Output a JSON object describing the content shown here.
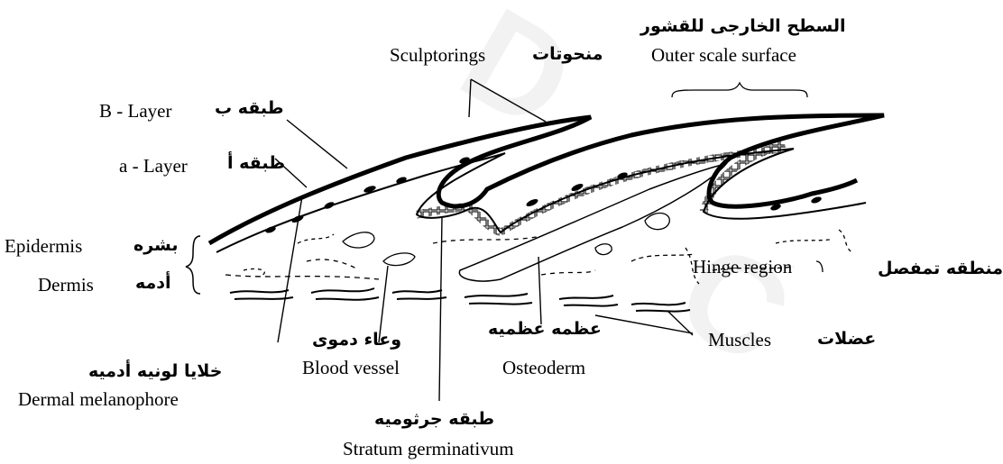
{
  "labels": {
    "outer_scale_surface": {
      "ar": "السطح الخارجى للقشور",
      "en": "Outer scale surface"
    },
    "sculptorings": {
      "ar": "منحوتات",
      "en": "Sculptorings"
    },
    "b_layer": {
      "ar": "طبقه ب",
      "en": "B - Layer"
    },
    "a_layer": {
      "ar": "طبقه أ",
      "en": "a - Layer"
    },
    "epidermis": {
      "ar": "بشره",
      "en": "Epidermis"
    },
    "dermis": {
      "ar": "أدمه",
      "en": "Dermis"
    },
    "hinge_region": {
      "ar": "منطقه تمفصل",
      "en": "Hinge region"
    },
    "blood_vessel": {
      "ar": "وعاء دموى",
      "en": "Blood vessel"
    },
    "osteoderm": {
      "ar": "عظمه عظميه",
      "en": "Osteoderm"
    },
    "muscles": {
      "ar": "عضلات",
      "en": "Muscles"
    },
    "dermal_melanophore": {
      "ar": "خلايا لونيه أدميه",
      "en": "Dermal melanophore"
    },
    "stratum_germinativum": {
      "ar": "طبقه جرثوميه",
      "en": "Stratum germinativum"
    }
  },
  "colors": {
    "ink": "#000000",
    "background": "#ffffff",
    "watermark": "#f2f2f2"
  }
}
